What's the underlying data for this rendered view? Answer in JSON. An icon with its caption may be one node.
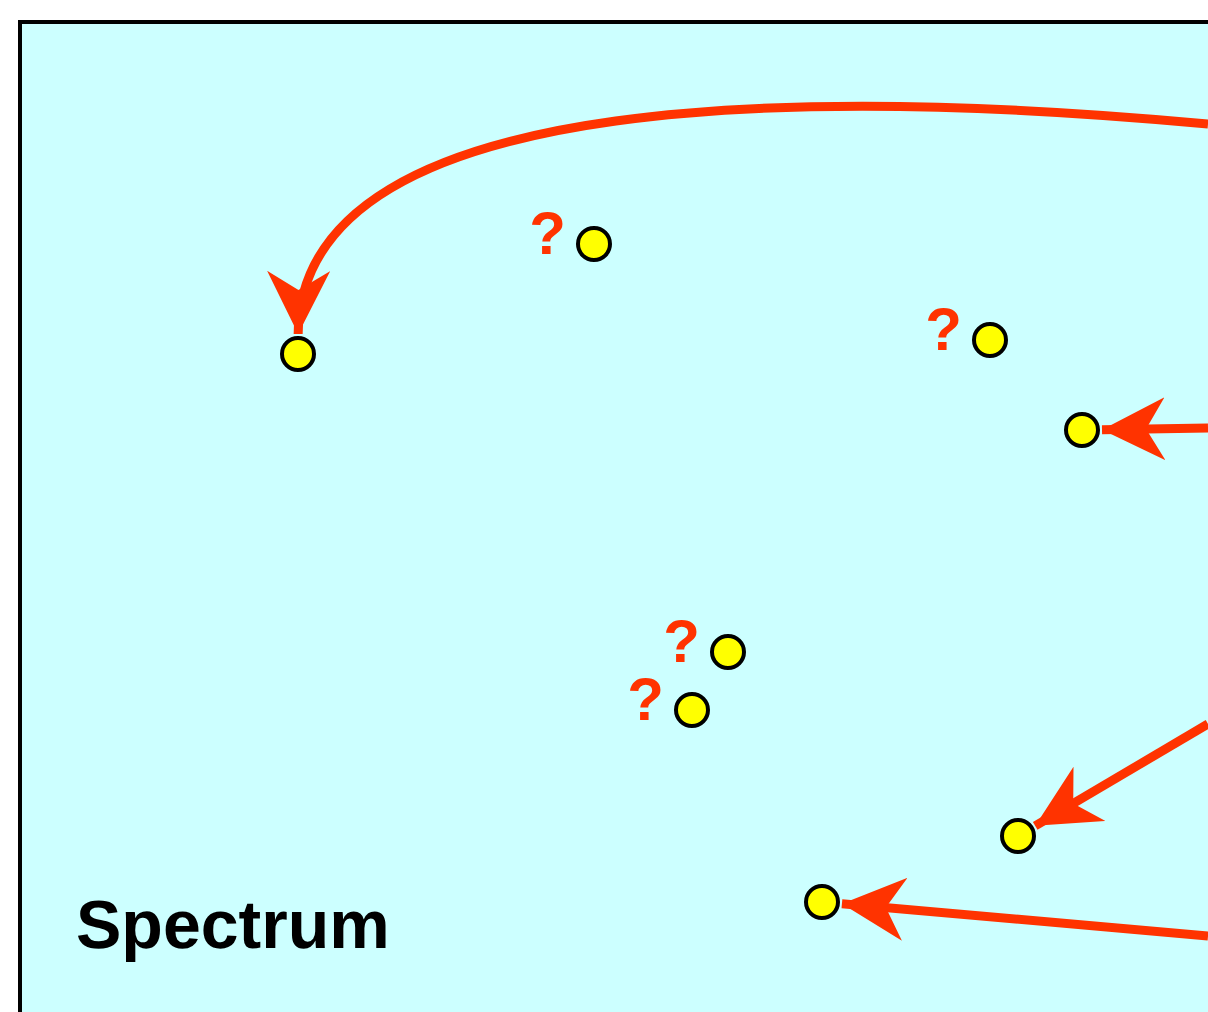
{
  "diagram": {
    "nodes": [
      {
        "text": [],
        "shape": "circle",
        "beside": [
          "?"
        ]
      },
      {
        "text": [],
        "shape": "circle",
        "beside": [
          "?"
        ]
      },
      {
        "text": [],
        "shape": "circle"
      },
      {
        "text": [],
        "shape": "circle"
      },
      {
        "text": [],
        "shape": "circle",
        "beside": [
          "?"
        ]
      },
      {
        "text": [],
        "shape": "circle",
        "beside": [
          "?"
        ]
      },
      {
        "text": [],
        "shape": "circle"
      },
      {
        "text": [],
        "shape": "circle"
      }
    ],
    "edges": [
      {
        "from": null,
        "to": 2,
        "arrow": "to"
      },
      {
        "from": null,
        "to": 3,
        "arrow": "to"
      },
      {
        "from": null,
        "to": 6,
        "arrow": "to"
      },
      {
        "from": null,
        "to": 7,
        "arrow": "to"
      }
    ],
    "labels": [
      "Spectrum"
    ]
  }
}
